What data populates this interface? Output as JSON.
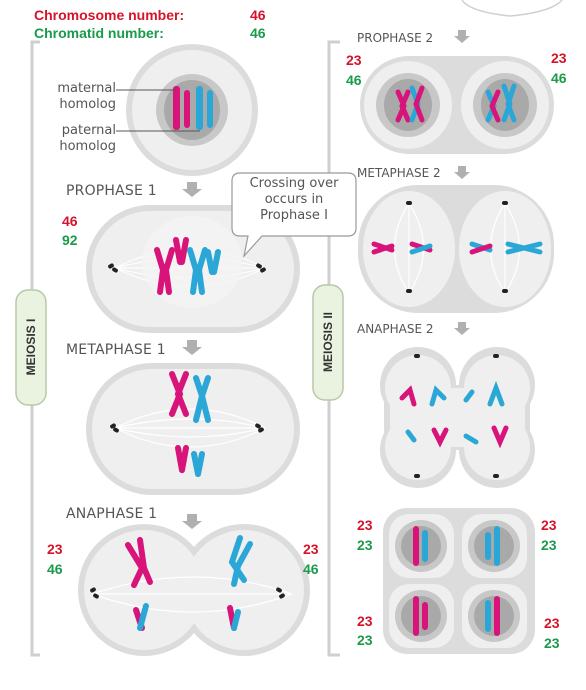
{
  "header": {
    "chromosome_label": "Chromosome number:",
    "chromosome_value": "46",
    "chromatid_label": "Chromatid number:",
    "chromatid_value": "46"
  },
  "meiosis1": {
    "tab_label": "MEIOSIS I",
    "labels": {
      "maternal": "maternal homolog",
      "paternal": "paternal homolog"
    },
    "callout": "Crossing over occurs in Prophase I",
    "stages": [
      {
        "name": "PROPHASE 1",
        "chromosomes": "46",
        "chromatids": "92"
      },
      {
        "name": "METAPHASE 1"
      },
      {
        "name": "ANAPHASE 1",
        "left_chromosomes": "23",
        "left_chromatids": "46",
        "right_chromosomes": "23",
        "right_chromatids": "46"
      }
    ]
  },
  "meiosis2": {
    "tab_label": "MEIOSIS II",
    "stages": [
      {
        "name": "PROPHASE 2",
        "left_chromosomes": "23",
        "left_chromatids": "46",
        "right_chromosomes": "23",
        "right_chromatids": "46"
      },
      {
        "name": "METAPHASE 2"
      },
      {
        "name": "ANAPHASE 2"
      }
    ],
    "daughters": [
      {
        "chromosomes": "23",
        "chromatids": "23"
      },
      {
        "chromosomes": "23",
        "chromatids": "23"
      },
      {
        "chromosomes": "23",
        "chromatids": "23"
      },
      {
        "chromosomes": "23",
        "chromatids": "23"
      }
    ]
  },
  "colors": {
    "maternal": "#d8137a",
    "paternal": "#2aa7d6",
    "chromosome_number": "#d6132b",
    "chromatid_number": "#1a9a4a",
    "cell_outer": "#dcdcdc",
    "cell_inner": "#efefef",
    "nucleus": "#a9a9a9"
  }
}
